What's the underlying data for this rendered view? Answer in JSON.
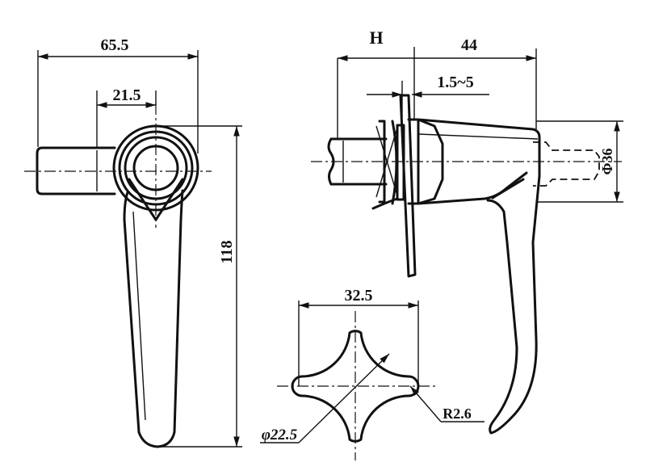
{
  "dimensions": {
    "overall_width": "65.5",
    "pivot_offset": "21.5",
    "overall_height": "118",
    "h_label": "H",
    "body_length": "44",
    "panel_range": "1.5~5",
    "body_diameter": "Φ36",
    "hole_width": "32.5",
    "hole_diameter": "φ22.5",
    "lobe_radius": "R2.6"
  }
}
